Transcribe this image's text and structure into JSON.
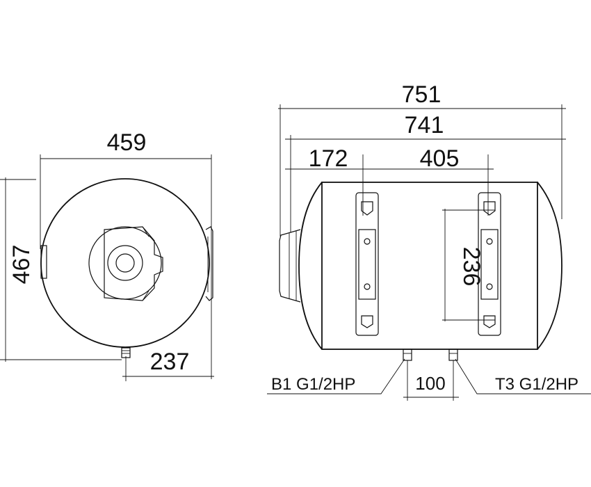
{
  "dimensions": {
    "front_width": "459",
    "front_height": "467",
    "front_connection_offset": "237",
    "side_total_length": "751",
    "side_body_length": "741",
    "side_bracket_offset": "172",
    "side_bracket_spacing": "405",
    "side_bracket_height": "236",
    "connection_spacing": "100"
  },
  "labels": {
    "connection_b1": "B1 G1/2HP",
    "connection_t3": "T3 G1/2HP"
  }
}
